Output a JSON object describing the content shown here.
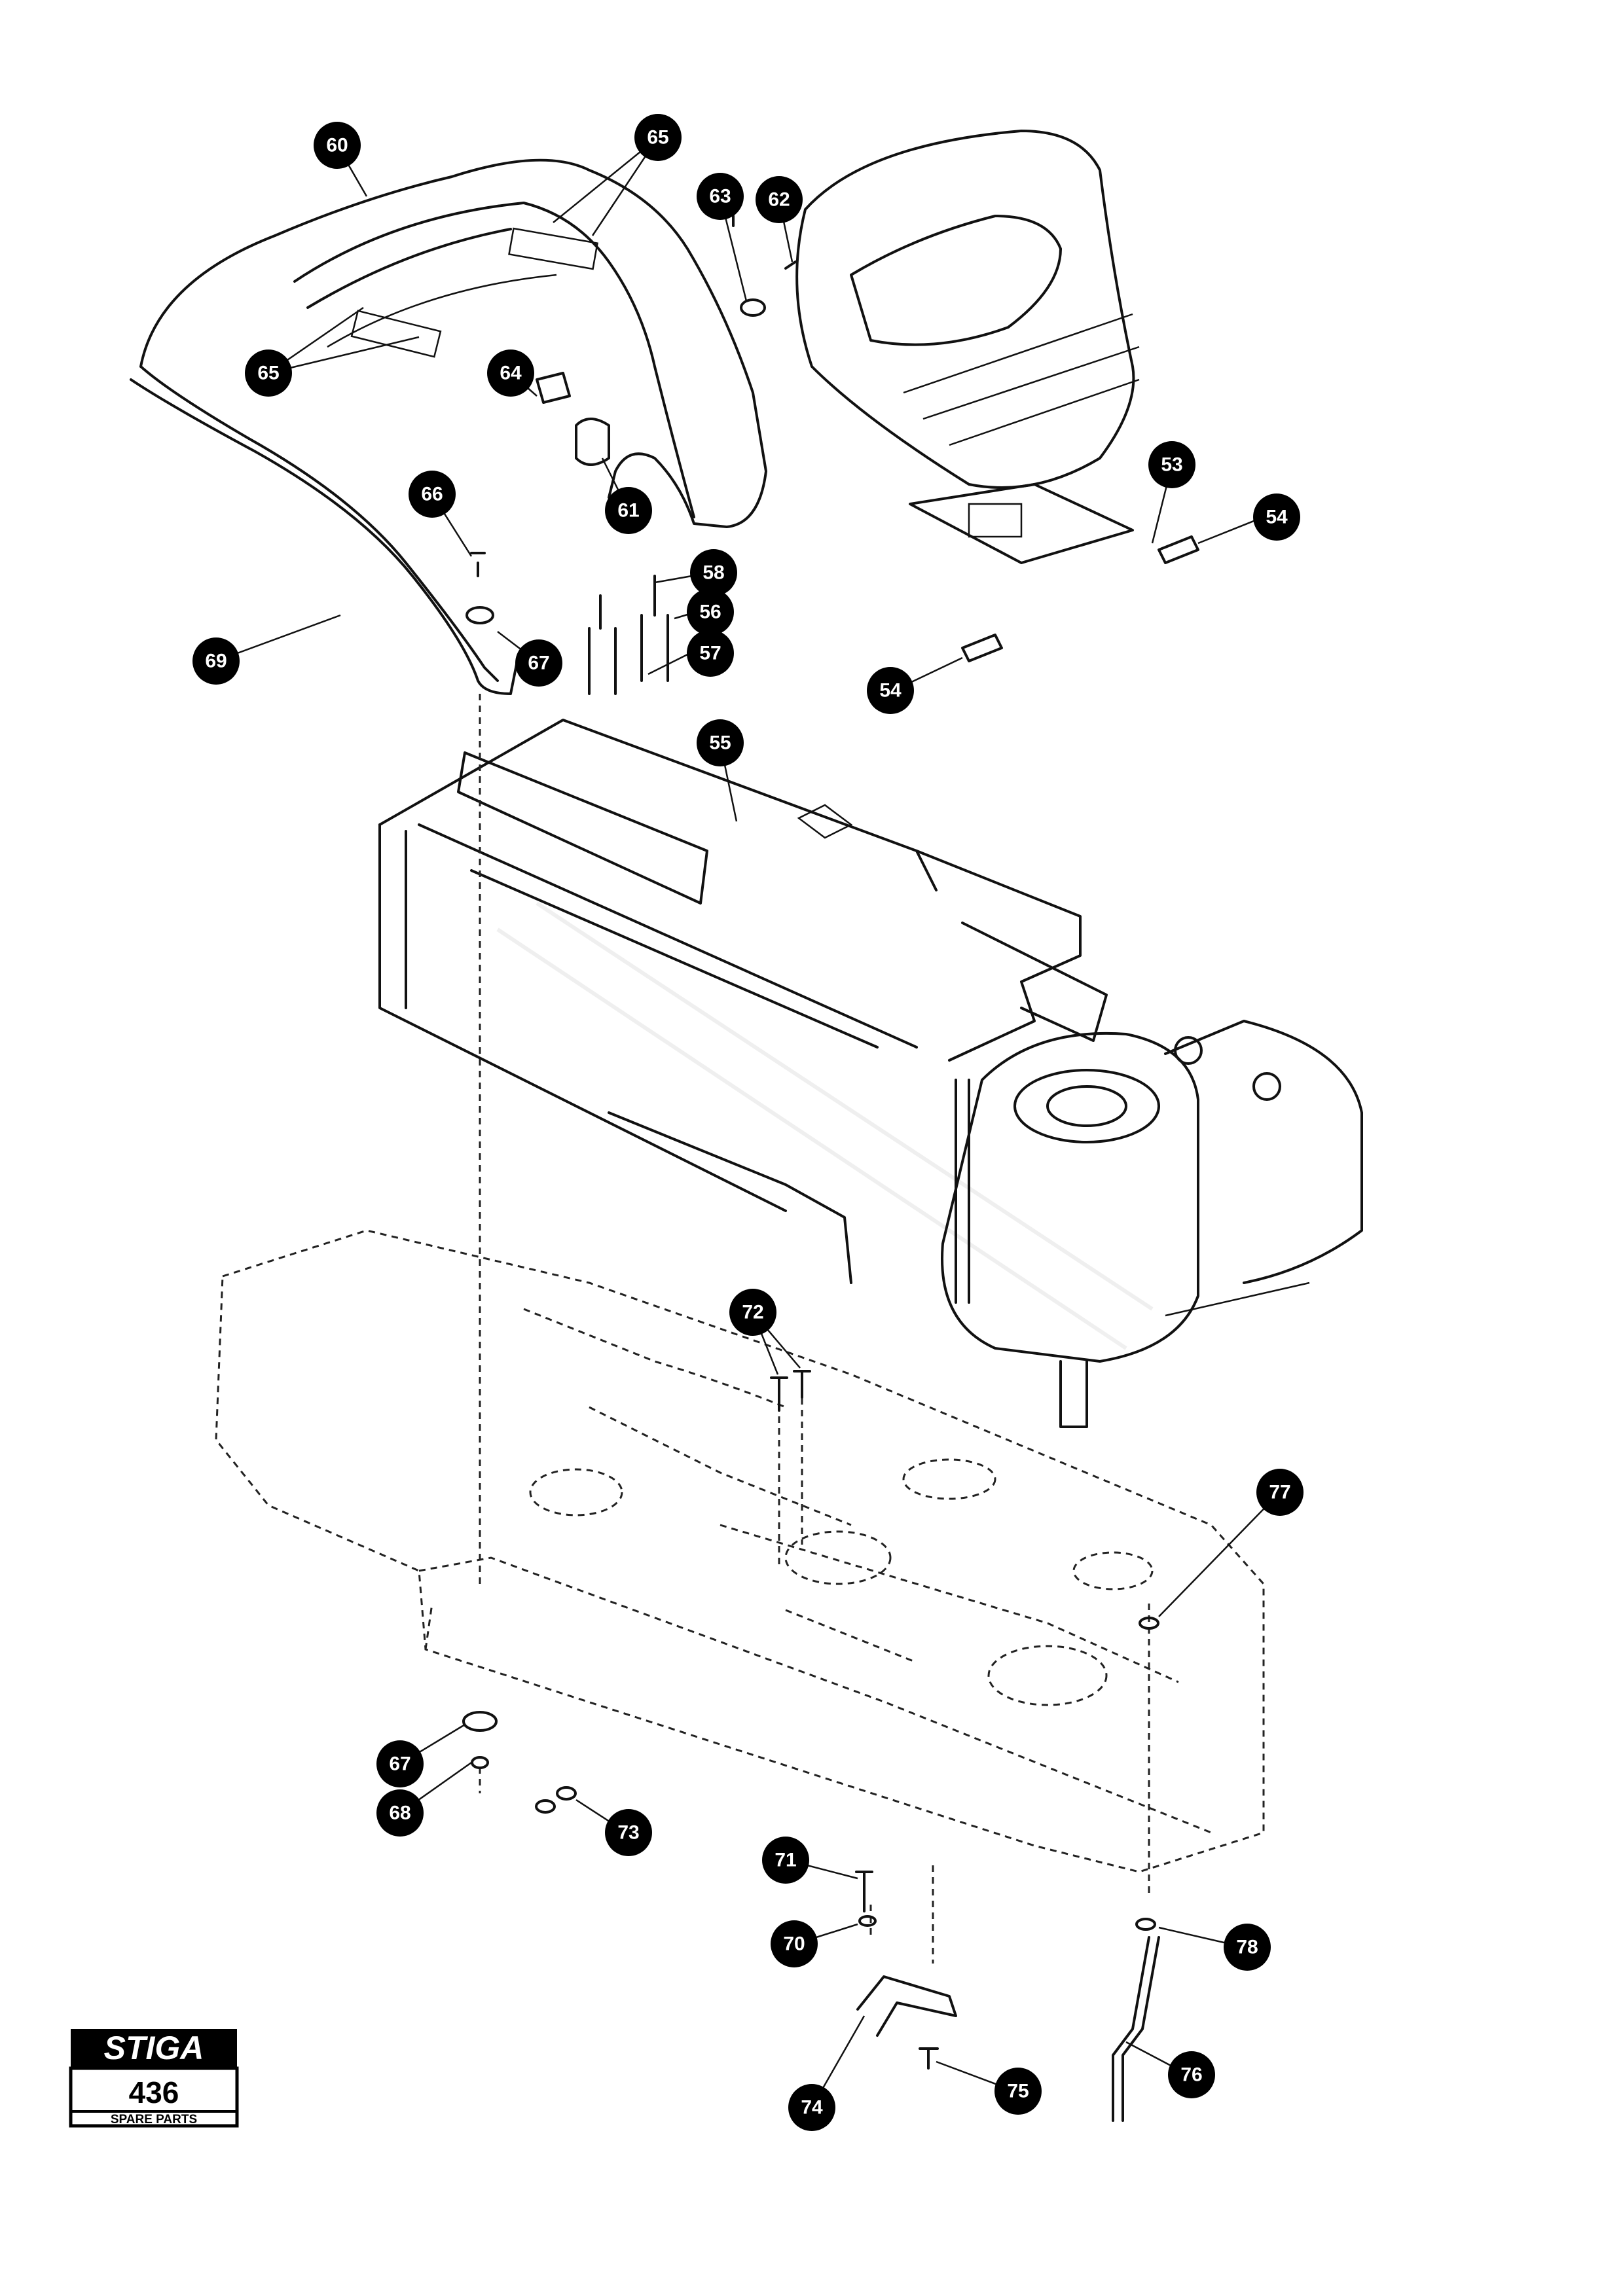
{
  "brand": {
    "name": "STIGA",
    "model": "436",
    "subtitle": "SPARE PARTS"
  },
  "callouts": [
    "53",
    "54",
    "54",
    "55",
    "56",
    "57",
    "58",
    "60",
    "61",
    "62",
    "63",
    "64",
    "65",
    "65",
    "66",
    "67",
    "67",
    "68",
    "69",
    "70",
    "71",
    "72",
    "73",
    "74",
    "75",
    "76",
    "77",
    "78"
  ]
}
